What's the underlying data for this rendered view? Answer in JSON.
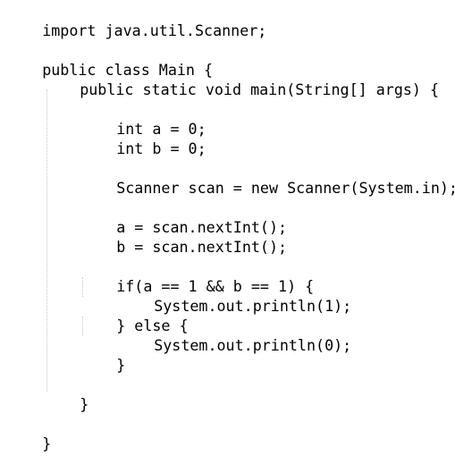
{
  "code": {
    "lines": [
      {
        "parts": [
          {
            "t": "import java.util.Scanner;",
            "c": "plain"
          }
        ]
      },
      {
        "parts": []
      },
      {
        "parts": [
          {
            "t": "public class Main {",
            "c": "plain"
          }
        ]
      },
      {
        "parts": [
          {
            "t": "public static void main(String[] args) {",
            "c": "plain"
          }
        ]
      },
      {
        "parts": []
      },
      {
        "parts": [
          {
            "t": "int a = 0;",
            "c": "plain"
          }
        ]
      },
      {
        "parts": [
          {
            "t": "int b = 0;",
            "c": "plain"
          }
        ]
      },
      {
        "parts": []
      },
      {
        "parts": [
          {
            "t": "Scanner scan = new Scanner(System.in);",
            "c": "plain"
          }
        ]
      },
      {
        "parts": []
      },
      {
        "parts": [
          {
            "t": "a = scan.nextInt();",
            "c": "plain"
          }
        ]
      },
      {
        "parts": [
          {
            "t": "b = scan.nextInt();",
            "c": "plain"
          }
        ]
      },
      {
        "parts": []
      },
      {
        "parts": [
          {
            "t": "if(a == 1 && b == 1) {",
            "c": "plain"
          }
        ]
      },
      {
        "parts": [
          {
            "t": "System.out.println(1);",
            "c": "plain"
          }
        ]
      },
      {
        "parts": [
          {
            "t": "} else {",
            "c": "plain"
          }
        ]
      },
      {
        "parts": [
          {
            "t": "System.out.println(0);",
            "c": "plain"
          }
        ]
      },
      {
        "parts": [
          {
            "t": "}",
            "c": "plain"
          }
        ]
      },
      {
        "parts": []
      },
      {
        "parts": [
          {
            "t": "}",
            "c": "plain"
          }
        ]
      },
      {
        "parts": []
      },
      {
        "parts": [
          {
            "t": "}",
            "c": "plain"
          }
        ]
      }
    ]
  }
}
